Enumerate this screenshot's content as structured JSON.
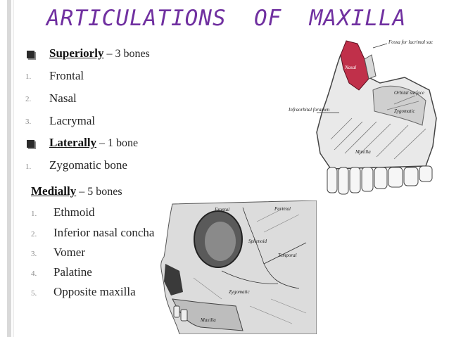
{
  "title": "ARTICULATIONS  OF  MAXILLA",
  "superiorly": {
    "head": "Superiorly",
    "rest": " – 3 bones",
    "items": [
      "Frontal",
      "Nasal",
      "Lacrymal"
    ]
  },
  "laterally": {
    "head": "Laterally",
    "rest": " – 1 bone",
    "items": [
      "Zygomatic bone"
    ]
  },
  "medially": {
    "head": "Medially",
    "rest": " – 5 bones",
    "items": [
      "Ethmoid",
      "Inferior nasal concha",
      "Vomer",
      "Palatine",
      "Opposite maxilla"
    ]
  },
  "numbers": [
    "1.",
    "2.",
    "3.",
    "4.",
    "5."
  ],
  "maxilla_figure": {
    "labels": [
      "Fossa for lacrimal sac",
      "Infraorbital foramen",
      "Orbital surface",
      "Zygomatic",
      "Nasal",
      "Maxilla"
    ]
  },
  "skull_figure": {
    "labels": [
      "Frontal",
      "Parietal",
      "Sphenoid",
      "Temporal",
      "Zygomatic",
      "Maxilla"
    ]
  },
  "colors": {
    "title": "#7030a0",
    "highlight": "#c0304a"
  }
}
